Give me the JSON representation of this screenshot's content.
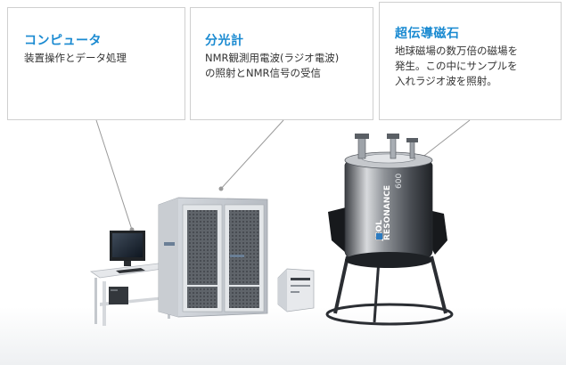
{
  "callouts": {
    "computer": {
      "title": "コンピュータ",
      "description": "装置操作とデータ処理"
    },
    "spectrometer": {
      "title": "分光計",
      "description": "NMR観測用電波(ラジオ電波)\nの照射とNMR信号の受信"
    },
    "magnet": {
      "title": "超伝導磁石",
      "description": "地球磁場の数万倍の磁場を\n発生。この中にサンプルを\n入れラジオ波を照射。"
    }
  },
  "magnet_label": {
    "brand": "JEOL",
    "name": "RESONANCE",
    "model": "600"
  },
  "colors": {
    "title_blue": "#1a8ad1",
    "border": "#cfcfcf",
    "leader": "#9a9a9a"
  }
}
